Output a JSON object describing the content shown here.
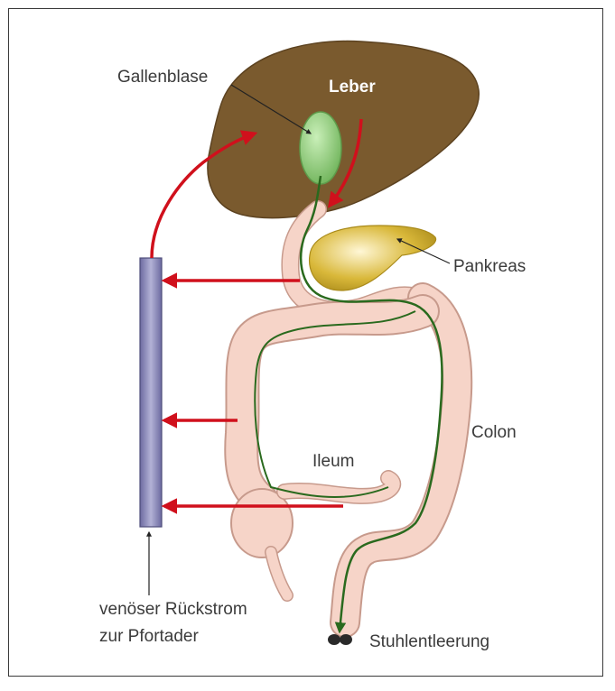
{
  "labels": {
    "gallbladder": "Gallenblase",
    "liver": "Leber",
    "pancreas": "Pankreas",
    "colon": "Colon",
    "ileum": "Ileum",
    "portal_line1": "venöser Rückstrom",
    "portal_line2": "zur Pfortader",
    "excretion": "Stuhlentleerung"
  },
  "colors": {
    "liver": "#7a5a2e",
    "gallbladder": "#8fd07a",
    "pancreas": "#d9b83a",
    "intestine_fill": "#f6d4c8",
    "intestine_stroke": "#c79a8c",
    "bile_path": "#2a6a1e",
    "arrow_red": "#d0101c",
    "portal_vein": "#8a88b8",
    "text": "#3b3b3b"
  },
  "icons": [
    "red-arrow-icon",
    "pointer-arrow-icon"
  ]
}
